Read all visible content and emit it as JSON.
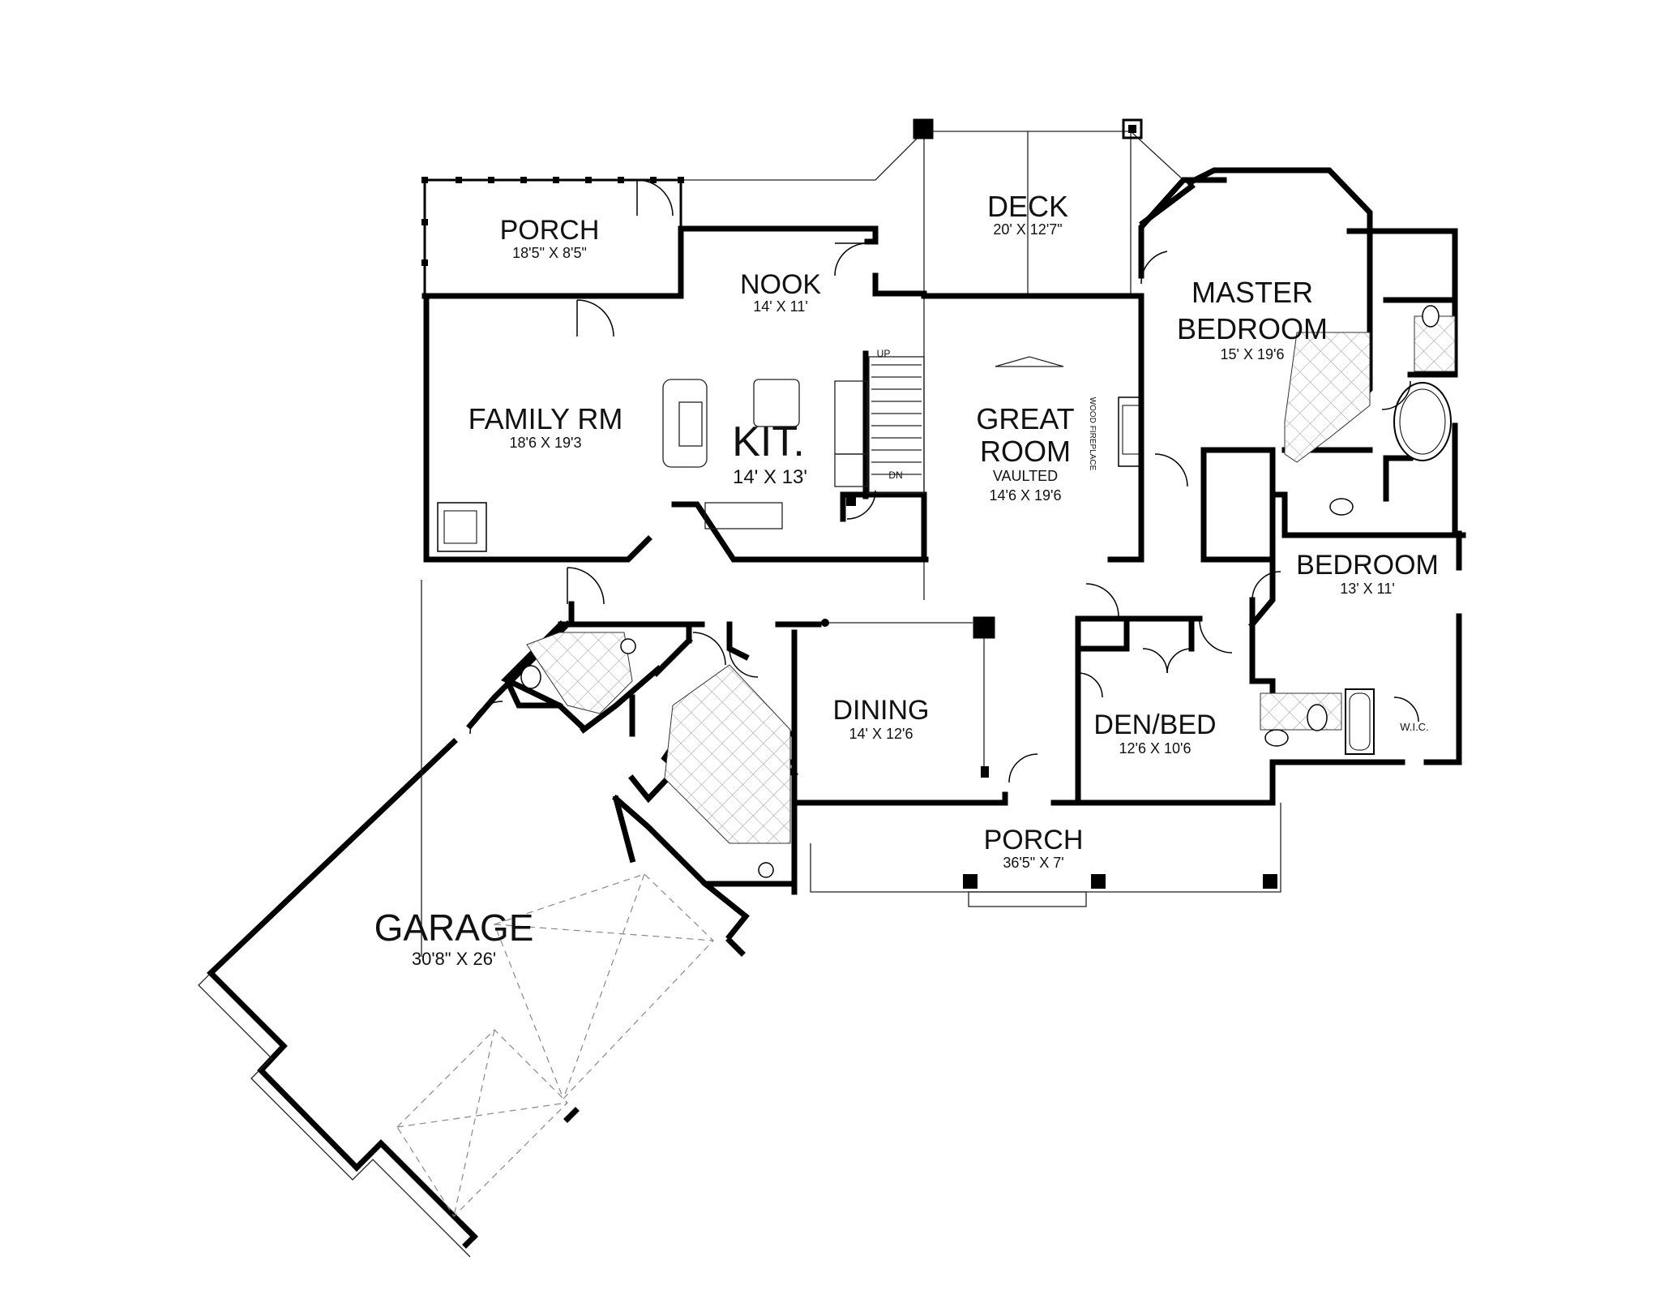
{
  "rooms": {
    "porch_top": {
      "name": "PORCH",
      "dim": "18'5\" X 8'5\""
    },
    "nook": {
      "name": "NOOK",
      "dim": "14' X 11'"
    },
    "deck": {
      "name": "DECK",
      "dim": "20' X 12'7\""
    },
    "master": {
      "name_line1": "MASTER",
      "name_line2": "BEDROOM",
      "dim": "15' X 19'6"
    },
    "family": {
      "name": "FAMILY RM",
      "dim": "18'6 X 19'3"
    },
    "kitchen": {
      "name": "KIT.",
      "dim": "14' X 13'"
    },
    "great": {
      "name_line1": "GREAT",
      "name_line2": "ROOM",
      "note": "VAULTED",
      "dim": "14'6 X 19'6"
    },
    "bedroom": {
      "name": "BEDROOM",
      "dim": "13' X 11'"
    },
    "dining": {
      "name": "DINING",
      "dim": "14' X 12'6"
    },
    "den": {
      "name": "DEN/BED",
      "dim": "12'6 X 10'6"
    },
    "wic": {
      "name": "W.I.C."
    },
    "porch_front": {
      "name": "PORCH",
      "dim": "36'5\" X 7'"
    },
    "garage": {
      "name": "GARAGE",
      "dim": "30'8\" X 26'"
    }
  },
  "labels": {
    "fireplace": "WOOD FIREPLACE",
    "stair_up": "UP",
    "stair_dn": "DN"
  }
}
